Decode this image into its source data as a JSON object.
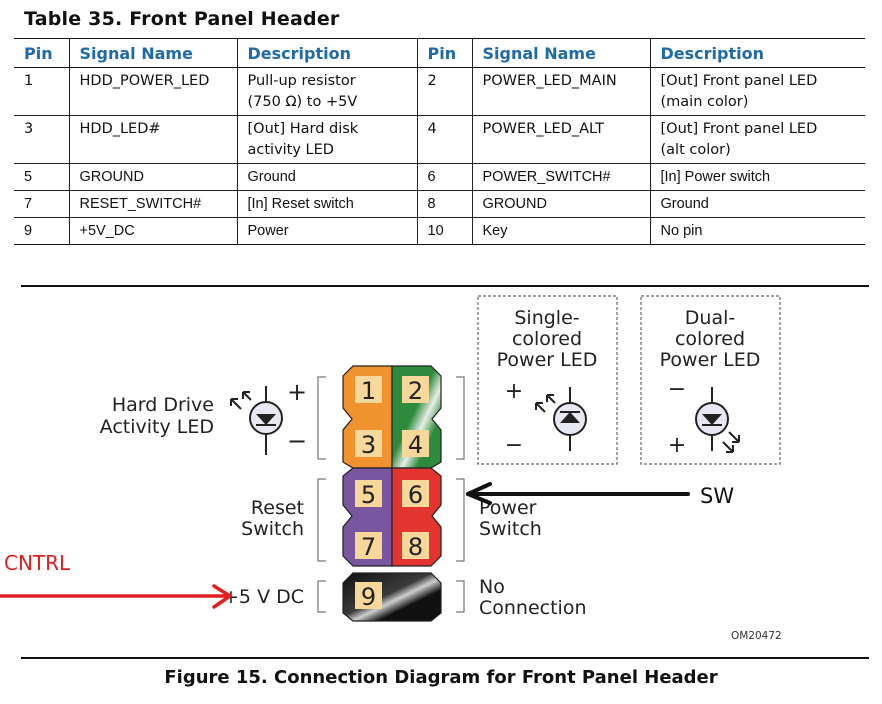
{
  "table": {
    "title": "Table 35.  Front Panel Header",
    "headers": [
      "Pin",
      "Signal Name",
      "Description",
      "Pin",
      "Signal Name",
      "Description"
    ],
    "rows": [
      {
        "pin_a": "1",
        "signal_a": "HDD_POWER_LED",
        "desc_a_line1": "Pull-up resistor",
        "desc_a_line2": "(750 Ω) to +5V",
        "pin_b": "2",
        "signal_b": "POWER_LED_MAIN",
        "desc_b_line1": "[Out] Front panel LED",
        "desc_b_line2": "(main color)"
      },
      {
        "pin_a": "3",
        "signal_a": "HDD_LED#",
        "desc_a_line1": "[Out] Hard disk",
        "desc_a_line2": "activity LED",
        "pin_b": "4",
        "signal_b": "POWER_LED_ALT",
        "desc_b_line1": "[Out] Front panel LED",
        "desc_b_line2": "(alt color)"
      },
      {
        "pin_a": "5",
        "signal_a": "GROUND",
        "desc_a_line1": "Ground",
        "desc_a_line2": "",
        "pin_b": "6",
        "signal_b": "POWER_SWITCH#",
        "desc_b_line1": "[In] Power switch",
        "desc_b_line2": ""
      },
      {
        "pin_a": "7",
        "signal_a": "RESET_SWITCH#",
        "desc_a_line1": "[In] Reset switch",
        "desc_a_line2": "",
        "pin_b": "8",
        "signal_b": "GROUND",
        "desc_b_line1": "Ground",
        "desc_b_line2": ""
      },
      {
        "pin_a": "9",
        "signal_a": "+5V_DC",
        "desc_a_line1": "Power",
        "desc_a_line2": "",
        "pin_b": "10",
        "signal_b": "Key",
        "desc_b_line1": "No pin",
        "desc_b_line2": ""
      }
    ]
  },
  "diagram": {
    "pins": [
      "1",
      "2",
      "3",
      "4",
      "5",
      "6",
      "7",
      "8",
      "9"
    ],
    "colors": {
      "hdd_led": "#f0922e",
      "power_led": "#2e8b3e",
      "reset": "#7a55a0",
      "power_switch": "#e3342f",
      "pin9": "#111111",
      "pin_pad": "#f7d79a",
      "annotation_red": "#e02020"
    },
    "labels": {
      "hdd_line1": "Hard Drive",
      "hdd_line2": "Activity LED",
      "reset_line1": "Reset",
      "reset_line2": "Switch",
      "power_line1": "Power",
      "power_line2": "Switch",
      "plus5": "+5 V DC",
      "noconn_line1": "No",
      "noconn_line2": "Connection",
      "single_line1": "Single-",
      "single_line2": "colored",
      "single_line3": "Power LED",
      "dual_line1": "Dual-",
      "dual_line2": "colored",
      "dual_line3": "Power LED",
      "plus": "+",
      "minus": "−",
      "code": "OM20472"
    },
    "annotations": {
      "sw": "SW",
      "cntrl": "CNTRL"
    }
  },
  "figure": {
    "caption": "Figure 15.  Connection Diagram for Front Panel Header"
  }
}
